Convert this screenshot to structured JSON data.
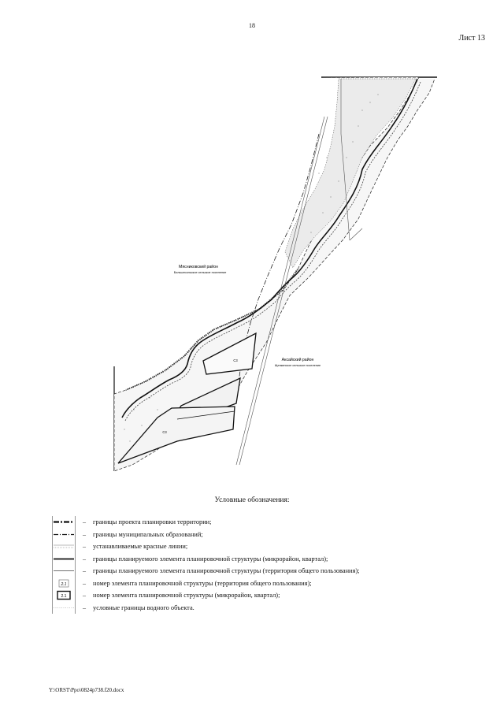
{
  "page": {
    "number": "18",
    "sheet": "Лист 13",
    "footer": "Y:\\ORST\\Ppo\\0824p738.f20.docx"
  },
  "map": {
    "region_left": "Мясниковский район",
    "settlement_left": "Большесальское сельское поселение",
    "region_right": "Аксайский район",
    "settlement_right": "Щепкинское сельское поселение",
    "plot_top": "С3",
    "plot_bottom": "С3"
  },
  "legend": {
    "title": "Условные обозначения:",
    "items": [
      {
        "text": "границы проекта планировки территории;"
      },
      {
        "text": "границы муниципальных образований;"
      },
      {
        "text": "устанавливаемые красные линии;"
      },
      {
        "text": "границы планируемого элемента планировочной структуры (микрорайон, квартал);"
      },
      {
        "text": "границы планируемого элемента планировочной структуры (территория общего пользования);"
      },
      {
        "text": "номер элемента планировочной структуры (территория общего пользования);",
        "badge": "2.1"
      },
      {
        "text": "номер элемента планировочной структуры (микрорайон, квартал);",
        "badge": "2.1"
      },
      {
        "text": "условные границы водного объекта."
      }
    ],
    "dash": "–"
  }
}
